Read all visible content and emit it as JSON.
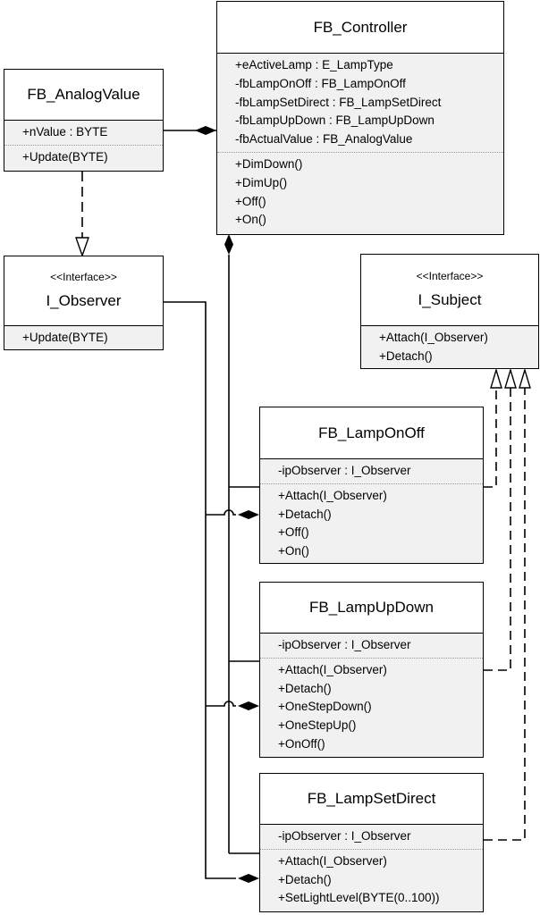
{
  "classes": {
    "fb_controller": {
      "name": "FB_Controller",
      "attributes": [
        "+eActiveLamp : E_LampType",
        "-fbLampOnOff : FB_LampOnOff",
        "-fbLampSetDirect : FB_LampSetDirect",
        "-fbLampUpDown : FB_LampUpDown",
        "-fbActualValue : FB_AnalogValue"
      ],
      "operations": [
        "+DimDown()",
        "+DimUp()",
        "+Off()",
        "+On()"
      ]
    },
    "fb_analogvalue": {
      "name": "FB_AnalogValue",
      "attributes": [
        "+nValue : BYTE"
      ],
      "operations": [
        "+Update(BYTE)"
      ]
    },
    "i_observer": {
      "stereotype": "<<Interface>>",
      "name": "I_Observer",
      "operations": [
        "+Update(BYTE)"
      ]
    },
    "i_subject": {
      "stereotype": "<<Interface>>",
      "name": "I_Subject",
      "operations": [
        "+Attach(I_Observer)",
        "+Detach()"
      ]
    },
    "fb_lamponoff": {
      "name": "FB_LampOnOff",
      "attributes": [
        "-ipObserver : I_Observer"
      ],
      "operations": [
        "+Attach(I_Observer)",
        "+Detach()",
        "+Off()",
        "+On()"
      ]
    },
    "fb_lampupdown": {
      "name": "FB_LampUpDown",
      "attributes": [
        "-ipObserver : I_Observer"
      ],
      "operations": [
        "+Attach(I_Observer)",
        "+Detach()",
        "+OneStepDown()",
        "+OneStepUp()",
        "+OnOff()"
      ]
    },
    "fb_lampsetdirect": {
      "name": "FB_LampSetDirect",
      "attributes": [
        "-ipObserver : I_Observer"
      ],
      "operations": [
        "+Attach(I_Observer)",
        "+Detach()",
        "+SetLightLevel(BYTE(0..100))"
      ]
    }
  }
}
